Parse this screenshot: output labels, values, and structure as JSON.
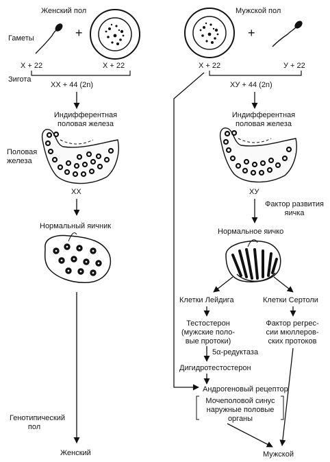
{
  "female": {
    "sex_label": "Женский пол",
    "gametes_label": "Гаметы",
    "gamete_left": "X + 22",
    "gamete_right": "X + 22",
    "zygote_label": "Зигота",
    "zygote_karyotype": "XX + 44 (2n)",
    "indifferent_gonad": "Индифферентная половая железа",
    "gonad_label": "Половая железа",
    "gonad_karyotype": "XX",
    "ovary": "Нормальный яичник",
    "genotypic_sex": "Генотипический пол",
    "phenotype": "Женский"
  },
  "male": {
    "sex_label": "Мужской пол",
    "gamete_left": "X + 22",
    "gamete_right": "У + 22",
    "zygote_karyotype": "XУ + 44 (2n)",
    "indifferent_gonad": "Индифферентная половая железа",
    "gonad_karyotype": "XУ",
    "testis_factor": "Фактор развития яичка",
    "testis": "Нормальное яичко",
    "leydig": "Клетки Лейдига",
    "sertoli": "Клетки Сертоли",
    "testosterone": "Тестостерон (мужские поло- вые протоки)",
    "reductase": "5α-редуктаза",
    "amh": "Фактор регрес- сии мюллеров- ских протоков",
    "dht": "Дигидротестостерон",
    "androgen_receptor": "Андрогеновый рецептор",
    "genitals": "Мочеполовой синус наружные половые органы",
    "phenotype": "Мужской"
  },
  "symbols": {
    "plus": "+"
  },
  "colors": {
    "ink": "#111111",
    "background": "#ffffff"
  }
}
